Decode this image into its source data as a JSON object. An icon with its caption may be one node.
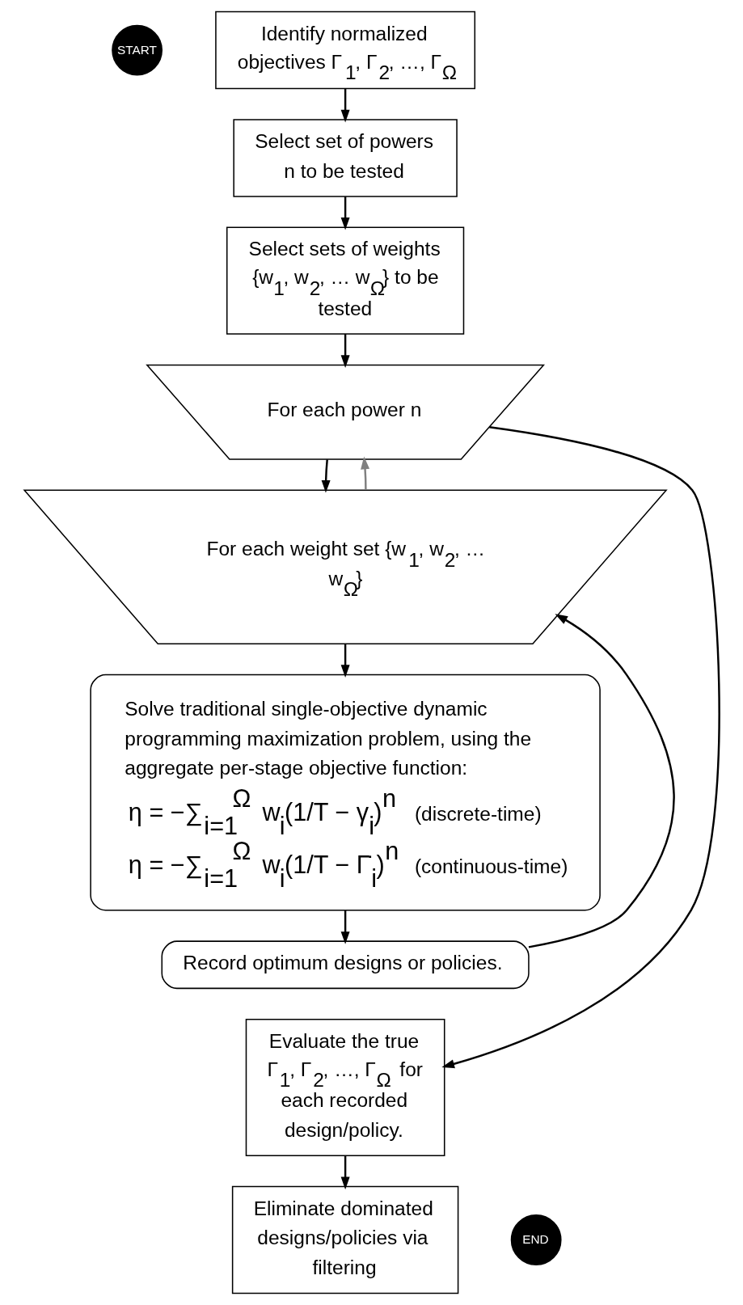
{
  "diagram": {
    "nodes": [
      {
        "text": [
          "START"
        ]
      },
      {
        "text": [
          "Identify normalized objectives Γ$_{1}$, Γ$_{2}$, …, Γ$_{Ω}$"
        ]
      },
      {
        "text": [
          "Select set of powers n to be tested"
        ]
      },
      {
        "text": [
          "Select sets of weights {w$_{1}$, w$_{2}$, … w$_{Ω}$} to be tested"
        ]
      },
      {
        "text": [
          "For each power n"
        ]
      },
      {
        "text": [
          "For each weight set {w$_{1}$, w$_{2}$, … w$_{Ω}$}"
        ]
      },
      {
        "text": [
          "Solve traditional single-objective dynamic programming maximization problem, using the aggregate per-stage objective function:",
          "η = −∑$_{i=1}$$^{Ω}$ w$_{i}$(1/T − γ$_{i}$)$^{n}$",
          "(discrete-time)",
          "η = −∑$_{i=1}$$^{Ω}$ w$_{i}$(1/T − Γ̇$_{i}$)$^{n}$",
          "(continuous-time)"
        ]
      },
      {
        "text": [
          "Record optimum designs or policies."
        ]
      },
      {
        "text": [
          "Evaluate the true Γ$_{1}$, Γ$_{2}$, …, Γ$_{Ω}$ for each recorded design/policy."
        ]
      },
      {
        "text": [
          "Eliminate dominated designs/policies via filtering"
        ]
      },
      {
        "text": [
          "END"
        ]
      }
    ],
    "edges": [
      {
        "from": 1,
        "to": 2,
        "arrow": "to"
      },
      {
        "from": 2,
        "to": 3,
        "arrow": "to"
      },
      {
        "from": 3,
        "to": 4,
        "arrow": "to"
      },
      {
        "from": 4,
        "to": 5,
        "arrow": "to"
      },
      {
        "from": 5,
        "to": 6,
        "arrow": "to"
      },
      {
        "from": 6,
        "to": 7,
        "arrow": "to"
      },
      {
        "from": 7,
        "to": 5,
        "arrow": "to"
      },
      {
        "from": 5,
        "to": 4,
        "arrow": "to",
        "color": "#808080"
      },
      {
        "from": 4,
        "to": 8,
        "arrow": "to"
      },
      {
        "from": 8,
        "to": 9,
        "arrow": "to"
      }
    ]
  }
}
